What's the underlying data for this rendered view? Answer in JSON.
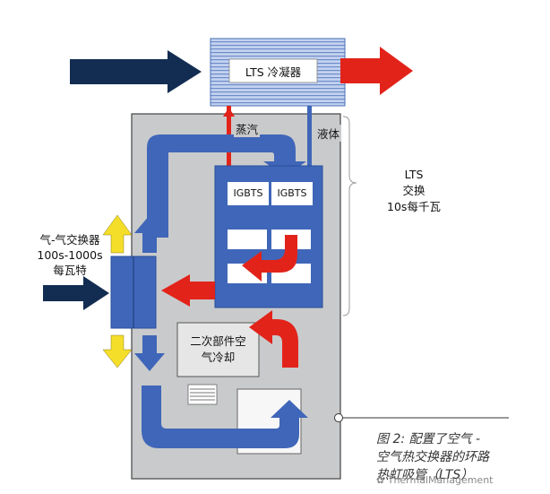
{
  "condenser": {
    "label": "LTS 冷凝器"
  },
  "pipes": {
    "vapor_label": "蒸汽",
    "liquid_label": "液体"
  },
  "igbt": {
    "cell1": "IGBTS",
    "cell2": "IGBTS"
  },
  "lts_note": {
    "line1": "LTS",
    "line2": "交换",
    "line3": "10s每千瓦"
  },
  "air_exchanger": {
    "line1": "气-气交换器",
    "line2": "100s-1000s",
    "line3": "每瓦特"
  },
  "secondary": {
    "line1": "二次部件空",
    "line2": "气冷却"
  },
  "caption": {
    "line1": "图 2: 配置了空气 -",
    "line2": "空气热交换器的环路",
    "line3": "热虹吸管（LTS）"
  },
  "watermark": {
    "text": "ThermalManagement"
  },
  "colors": {
    "cabinet": "#c9cacc",
    "lts_blue": "#3f66b8",
    "navy_arrow": "#132d52",
    "red": "#e2231a",
    "yellow": "#f5de2a",
    "condenser_fill": "#aec0e6"
  }
}
